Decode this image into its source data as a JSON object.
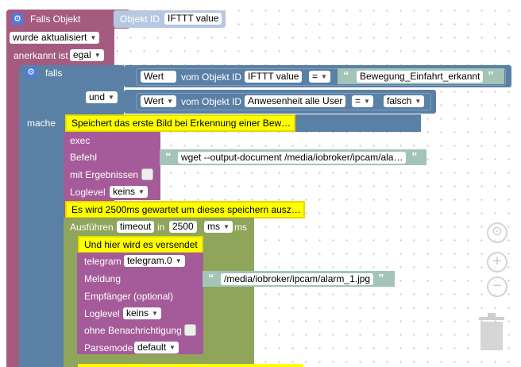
{
  "trigger": {
    "title": "Falls Objekt",
    "object_id_label": "Objekt ID",
    "object_id_value": "IFTTT value",
    "mode": "wurde aktualisiert",
    "ack_label": "anerkannt ist",
    "ack_value": "egal"
  },
  "if_block": {
    "label": "falls",
    "do_label": "mache",
    "cond1": {
      "prop": "Wert",
      "from": "vom Objekt ID",
      "object": "IFTTT value",
      "op": "=",
      "value": "Bewegung_Einfahrt_erkannt"
    },
    "logic": "und",
    "cond2": {
      "prop": "Wert",
      "from": "vom Objekt ID",
      "object": "Anwesenheit alle User",
      "op": "=",
      "value": "falsch"
    }
  },
  "comment1": "Speichert das erste Bild bei Erkennung einer Bew…",
  "exec": {
    "title": "exec",
    "command_label": "Befehl",
    "command_value": "wget --output-document /media/iobroker/ipcam/ala…",
    "results_label": "mit Ergebnissen",
    "loglevel_label": "Loglevel",
    "loglevel_value": "keins"
  },
  "comment2": "Es wird 2500ms gewartet um dieses speichern ausz…",
  "timeout": {
    "label": "Ausführen",
    "name": "timeout",
    "in": "in",
    "value": "2500",
    "unit_dd": "ms",
    "unit": "ms"
  },
  "comment3": "Und hier wird es versendet",
  "telegram": {
    "label": "telegram",
    "instance": "telegram.0",
    "message_label": "Meldung",
    "message_value": "/media/iobroker/ipcam/alarm_1.jpg",
    "recipient_label": "Empfänger (optional)",
    "loglevel_label": "Loglevel",
    "loglevel_value": "keins",
    "silent_label": "ohne Benachrichtigung",
    "parsemode_label": "Parsemode",
    "parsemode_value": "default"
  },
  "quote_open": "“",
  "quote_close": "”",
  "controls": {
    "center": "⊙",
    "zoom_in": "+",
    "zoom_out": "−"
  },
  "colors": {
    "event": "#a55b80",
    "logic": "#5b80a5",
    "system": "#a55b99",
    "timer": "#8fa55b",
    "comment": "#ffff00",
    "text": "#a3c4b6"
  }
}
